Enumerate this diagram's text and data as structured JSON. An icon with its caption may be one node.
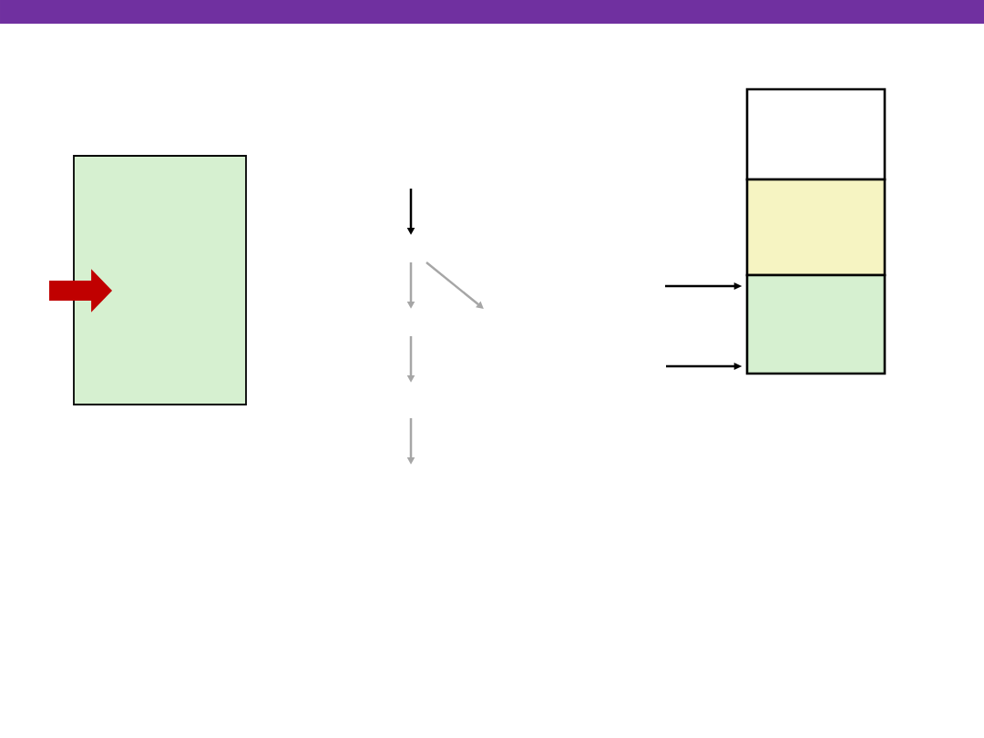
{
  "diagram": {
    "nodes": [
      {
        "text": [],
        "shape": "box"
      },
      {
        "text": [],
        "shape": "box"
      },
      {
        "text": [],
        "shape": "box"
      },
      {
        "text": [],
        "shape": "box"
      }
    ],
    "edges": [
      {
        "from": null,
        "to": 0,
        "arrow": "to",
        "style": "thick",
        "color": "#c00000"
      },
      {
        "from": null,
        "to": 3,
        "arrow": "to"
      },
      {
        "from": null,
        "to": 3,
        "arrow": "to"
      }
    ]
  }
}
